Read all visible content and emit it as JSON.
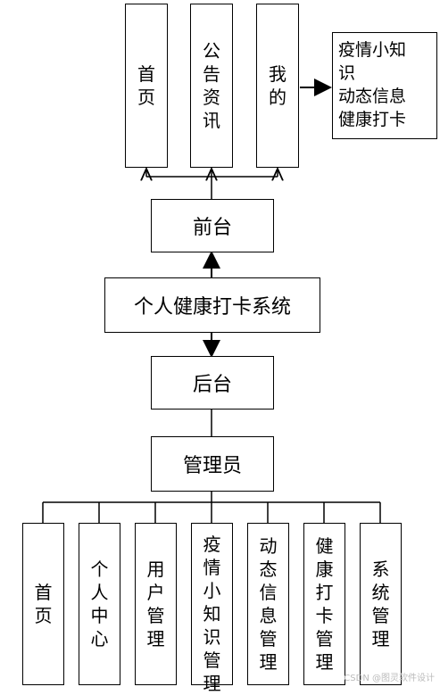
{
  "front": {
    "pages": [
      {
        "label": "首页"
      },
      {
        "label": "公告资讯"
      },
      {
        "label": "我的"
      }
    ],
    "my_details": [
      "疫情小知识",
      "动态信息",
      "健康打卡"
    ],
    "frontend_label": "前台"
  },
  "system_label": "个人健康打卡系统",
  "backend_label": "后台",
  "admin_label": "管理员",
  "admin_modules": [
    {
      "label": "首页"
    },
    {
      "label": "个人中心"
    },
    {
      "label": "用户管理"
    },
    {
      "label": "疫情小知识管理"
    },
    {
      "label": "动态信息管理"
    },
    {
      "label": "健康打卡管理"
    },
    {
      "label": "系统管理"
    }
  ],
  "watermark": "CSDN @图灵软件设计"
}
